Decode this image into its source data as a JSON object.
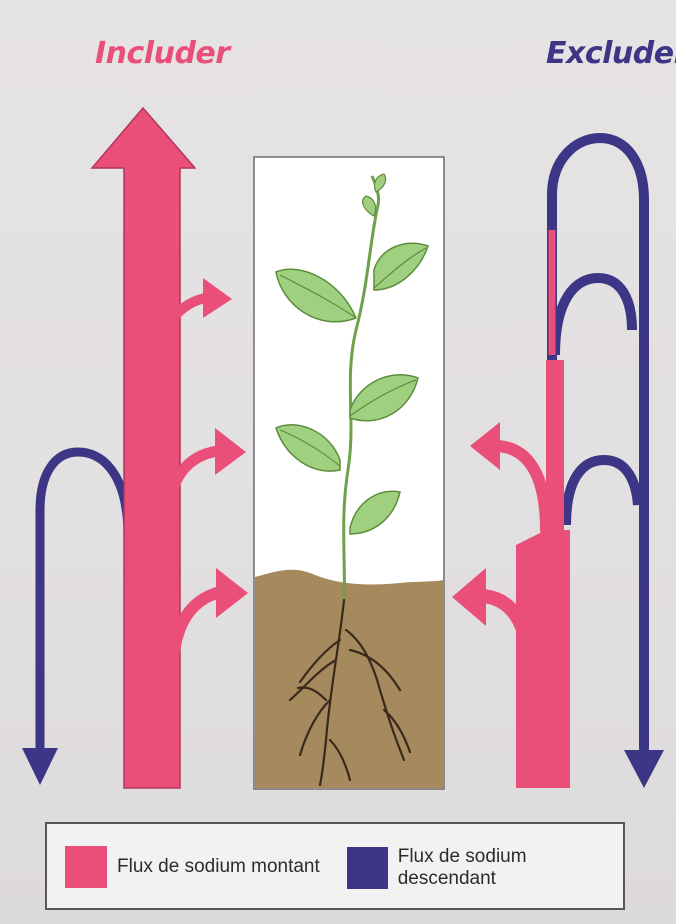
{
  "titles": {
    "includer": "Includer",
    "excluder": "Excluder"
  },
  "legend": {
    "up_label": "Flux de sodium montant",
    "down_label": "Flux de sodium descendant"
  },
  "colors": {
    "upward_flux": "#ea4f7a",
    "downward_flux": "#3d3586",
    "soil": "#a68a5e",
    "leaf": "#9ed07f",
    "root": "#3a2a1c",
    "plant_panel": "#ffffff"
  },
  "icons": {
    "plant": "plant-icon"
  }
}
